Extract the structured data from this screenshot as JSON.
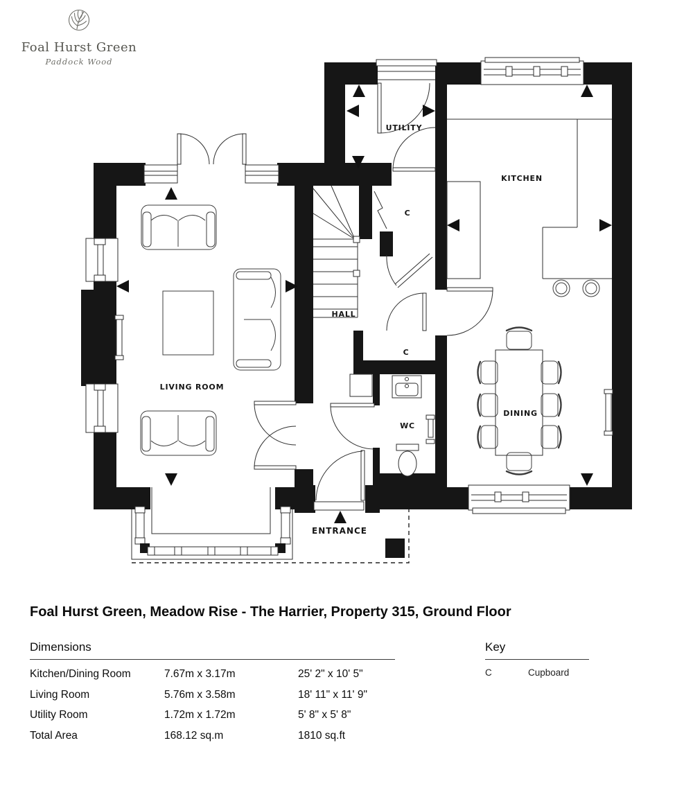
{
  "logo": {
    "name": "Foal Hurst Green",
    "tagline": "Paddock Wood"
  },
  "plan": {
    "rooms": {
      "utility": "UTILITY",
      "kitchen": "KITCHEN",
      "hall": "HALL",
      "living_room": "LIVING ROOM",
      "dining": "DINING",
      "wc": "WC",
      "cupboard_abbrev": "C",
      "entrance": "ENTRANCE"
    }
  },
  "title": "Foal Hurst Green, Meadow Rise - The Harrier, Property 315, Ground Floor",
  "dimensions": {
    "heading": "Dimensions",
    "rows": [
      {
        "room": "Kitchen/Dining Room",
        "metric": "7.67m x 3.17m",
        "imperial": "25' 2\" x 10' 5\""
      },
      {
        "room": "Living Room",
        "metric": "5.76m x 3.58m",
        "imperial": "18' 11\" x 11' 9\""
      },
      {
        "room": "Utility Room",
        "metric": "1.72m x 1.72m",
        "imperial": "5' 8\" x 5' 8\""
      },
      {
        "room": "Total Area",
        "metric": "168.12 sq.m",
        "imperial": "1810 sq.ft"
      }
    ]
  },
  "key": {
    "heading": "Key",
    "items": [
      {
        "symbol": "C",
        "label": "Cupboard"
      }
    ]
  }
}
